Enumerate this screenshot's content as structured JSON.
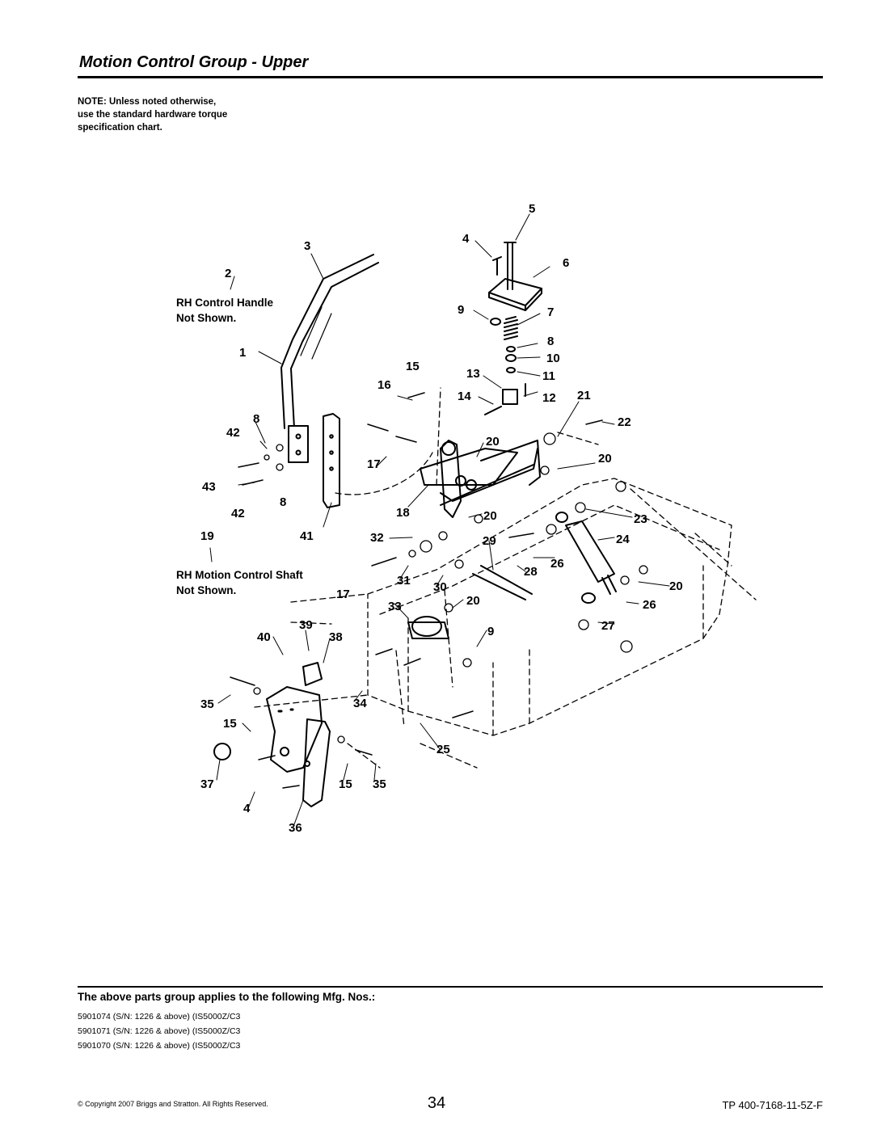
{
  "header": {
    "title": "Motion Control Group - Upper"
  },
  "note": [
    "NOTE: Unless noted otherwise,",
    "use the standard hardware torque",
    "specification chart."
  ],
  "diagram": {
    "labels": {
      "rh_handle": [
        "RH Control Handle",
        "Not Shown."
      ],
      "rh_shaft": [
        "RH Motion Control Shaft",
        "Not Shown."
      ]
    },
    "callouts": [
      "5",
      "4",
      "3",
      "6",
      "2",
      "9",
      "7",
      "8",
      "10",
      "1",
      "15",
      "13",
      "11",
      "16",
      "14",
      "12",
      "21",
      "8",
      "22",
      "42",
      "20",
      "17",
      "20",
      "43",
      "8",
      "18",
      "20",
      "23",
      "42",
      "19",
      "41",
      "32",
      "29",
      "24",
      "26",
      "28",
      "31",
      "30",
      "20",
      "17",
      "33",
      "20",
      "26",
      "39",
      "27",
      "40",
      "38",
      "9",
      "35",
      "34",
      "15",
      "25",
      "37",
      "15",
      "35",
      "4",
      "36"
    ]
  },
  "mfg": {
    "heading": "The above parts group applies to the following Mfg. Nos.:",
    "items": [
      "5901074 (S/N: 1226 & above) (IS5000Z/C3",
      "5901071 (S/N: 1226 & above) (IS5000Z/C3",
      "5901070 (S/N: 1226 & above) (IS5000Z/C3"
    ]
  },
  "footer": {
    "copyright": "© Copyright 2007 Briggs and Stratton. All Rights Reserved.",
    "page_number": "34",
    "doc_number": "TP 400-7168-11-5Z-F"
  }
}
